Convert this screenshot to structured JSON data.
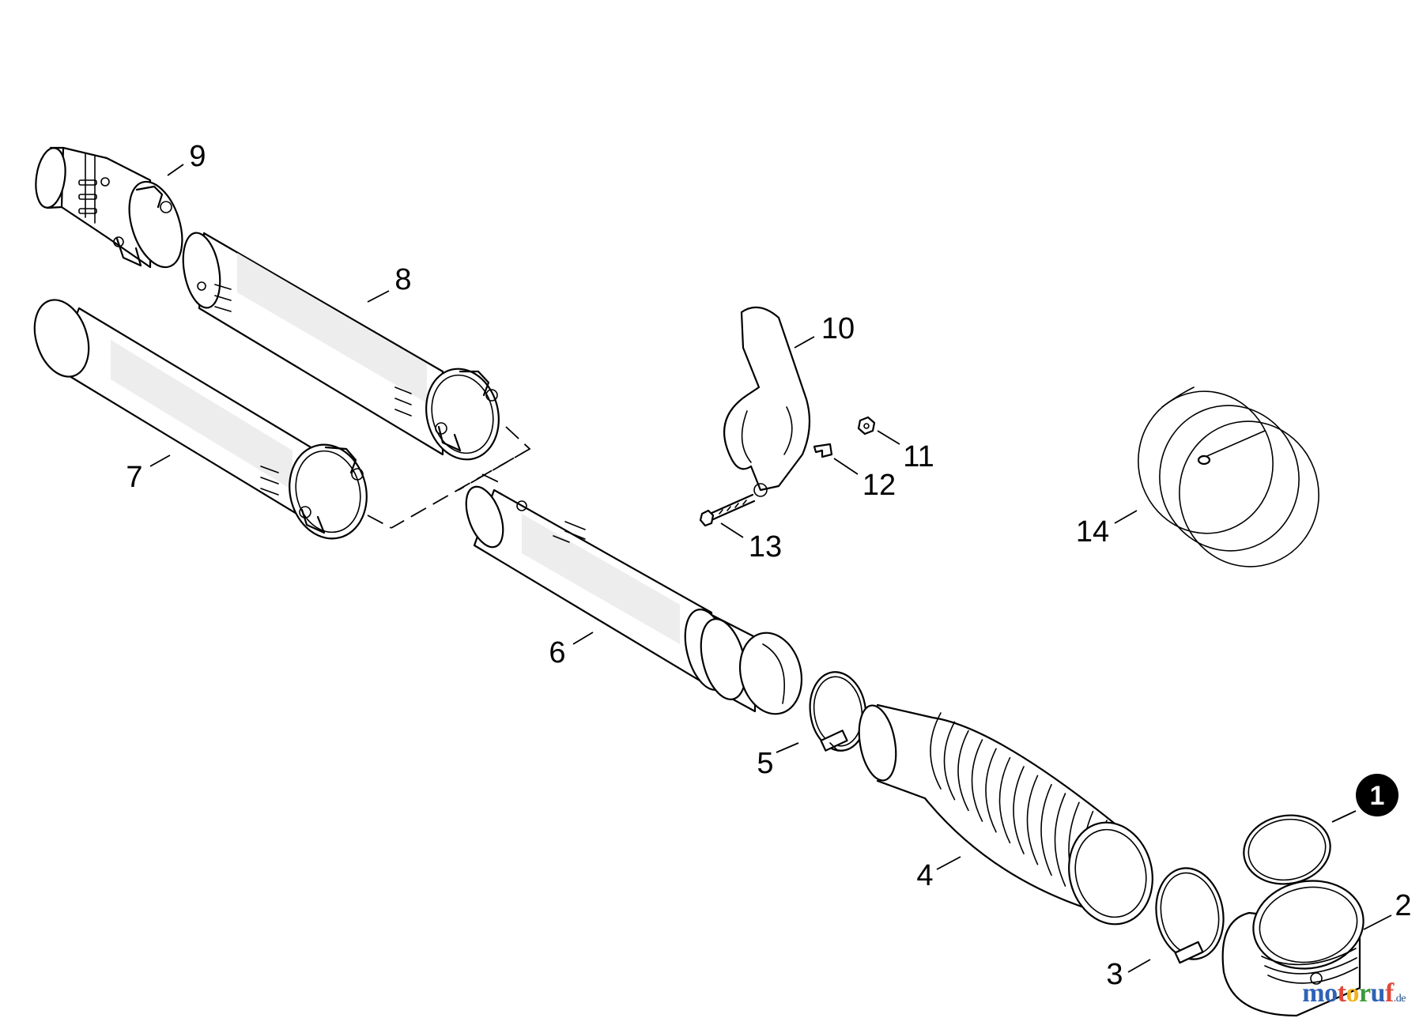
{
  "parts": [
    {
      "key": "p1",
      "label": "1",
      "style": "badge"
    },
    {
      "key": "p2",
      "label": "2"
    },
    {
      "key": "p3",
      "label": "3"
    },
    {
      "key": "p4",
      "label": "4"
    },
    {
      "key": "p5",
      "label": "5"
    },
    {
      "key": "p6",
      "label": "6"
    },
    {
      "key": "p7",
      "label": "7"
    },
    {
      "key": "p8",
      "label": "8"
    },
    {
      "key": "p9",
      "label": "9"
    },
    {
      "key": "p10",
      "label": "10"
    },
    {
      "key": "p11",
      "label": "11"
    },
    {
      "key": "p12",
      "label": "12"
    },
    {
      "key": "p13",
      "label": "13"
    },
    {
      "key": "p14",
      "label": "14"
    }
  ],
  "watermark": {
    "letters": [
      "m",
      "o",
      "t",
      "o",
      "r",
      "u",
      "f"
    ],
    "colors": [
      "#2f63b5",
      "#2f63b5",
      "#e0493a",
      "#f2b21c",
      "#3a9a3a",
      "#2f63b5",
      "#e0493a"
    ],
    "suffix": ".de"
  },
  "colors": {
    "line": "#000000",
    "background": "#ffffff",
    "badge": "#000000"
  }
}
